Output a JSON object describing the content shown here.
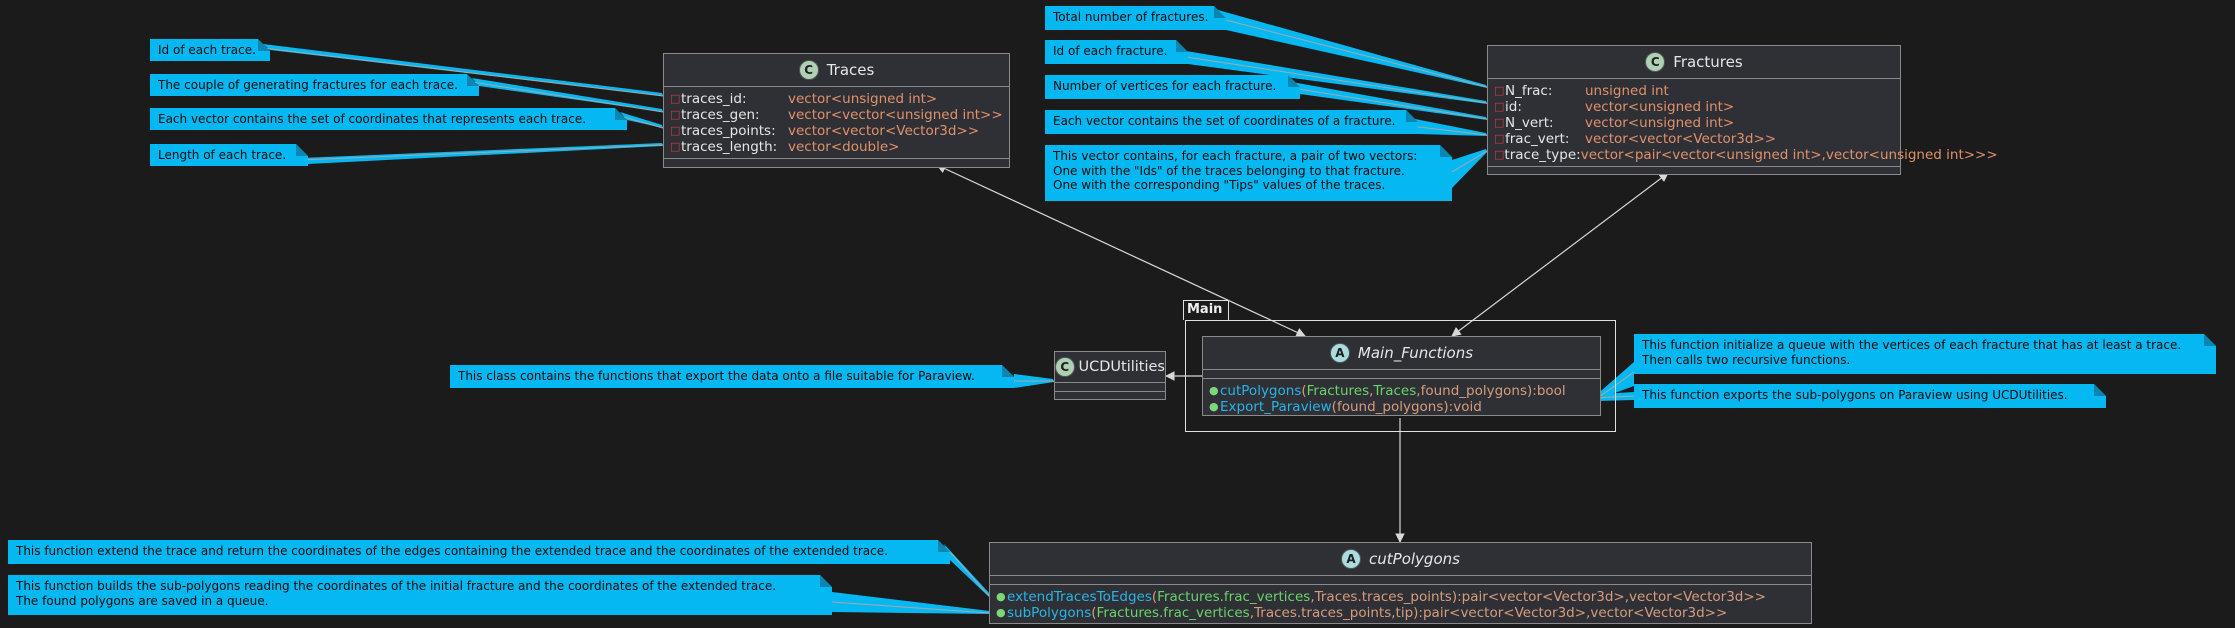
{
  "notes": {
    "traces_id": "Id of each trace.",
    "traces_gen": "The couple of generating fractures for each trace.",
    "traces_points": "Each vector contains the set of coordinates that represents each trace.",
    "traces_length": "Length of each trace.",
    "n_frac": "Total number of fractures.",
    "frac_id": "Id of each fracture.",
    "n_vert": "Number of vertices for each fracture.",
    "frac_vert": "Each vector contains the set of coordinates of a fracture.",
    "trace_type": "This vector contains, for each fracture, a pair of two vectors:\nOne with the \"Ids\" of the traces belonging to that fracture.\nOne with the corresponding \"Tips\" values of the traces.",
    "ucd": "This class contains the functions that export the data onto a file suitable for Paraview.",
    "cutpolygons_fn": "This function initialize a queue with the vertices of each fracture that has at least a trace.\nThen calls two recursive functions.",
    "export_fn": "This function exports the sub-polygons on Paraview using UCDUtilities.",
    "extend_fn": "This function extend the trace and return the coordinates of the edges containing the extended trace and the coordinates of the extended trace.",
    "sub_fn": "This function builds the sub-polygons reading the coordinates of the initial fracture and the coordinates of the extended trace.\nThe found polygons are saved in a queue."
  },
  "traces": {
    "badge": "C",
    "title": "Traces",
    "fields": [
      {
        "name": "traces_id:",
        "type": "vector<unsigned int>"
      },
      {
        "name": "traces_gen:",
        "type": "vector<vector<unsigned int>>"
      },
      {
        "name": "traces_points:",
        "type": "vector<vector<Vector3d>>"
      },
      {
        "name": "traces_length:",
        "type": "vector<double>"
      }
    ]
  },
  "fractures": {
    "badge": "C",
    "title": "Fractures",
    "fields": [
      {
        "name": "N_frac:",
        "type": "unsigned int"
      },
      {
        "name": "id:",
        "type": "vector<unsigned int>"
      },
      {
        "name": "N_vert:",
        "type": "vector<unsigned int>"
      },
      {
        "name": "frac_vert:",
        "type": "vector<vector<Vector3d>>"
      },
      {
        "name": "trace_type:",
        "type": "vector<pair<vector<unsigned int>,vector<unsigned int>>>"
      }
    ]
  },
  "ucd": {
    "badge": "C",
    "title": "UCDUtilities"
  },
  "package": {
    "label": "Main"
  },
  "main_functions": {
    "badge": "A",
    "title": "Main_Functions",
    "methods": [
      {
        "name": "cutPolygons",
        "open": "(",
        "a1": "Fractures",
        "s1": ", ",
        "a2": "Traces",
        "s2": ", ",
        "a3": "found_polygons",
        "close": "): ",
        "ret": "bool"
      },
      {
        "name": "Export_Paraview",
        "open": "(",
        "a1": "found_polygons",
        "close": "): ",
        "ret": "void"
      }
    ]
  },
  "cut_polygons": {
    "badge": "A",
    "title": "cutPolygons",
    "methods": [
      {
        "name": "extendTracesToEdges",
        "open": "(",
        "a1": "Fractures.frac_vertices",
        "s1": ", ",
        "a2": "Traces.traces_points",
        "close": "): ",
        "ret": "pair<vector<Vector3d>,vector<Vector3d>>"
      },
      {
        "name": "subPolygons",
        "open": "(",
        "a1": "Fractures.frac_vertices",
        "s1": ", ",
        "a2": "Traces.traces_points",
        "s2": ", ",
        "a3": "tip",
        "close": "): ",
        "ret": "pair<vector<Vector3d>,vector<Vector3d>>"
      }
    ]
  }
}
